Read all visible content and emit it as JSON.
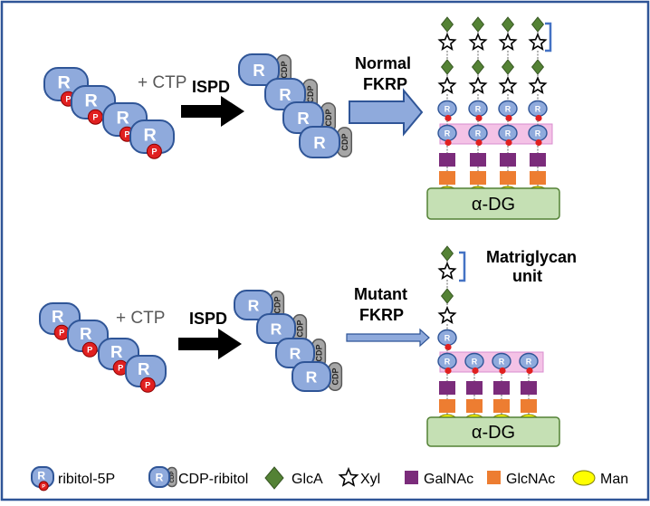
{
  "colors": {
    "border": "#2f5597",
    "ribitol_fill": "#8faadc",
    "ribitol_stroke": "#2f5597",
    "phosphate": "#e02020",
    "cdp_fill": "#a6a6a6",
    "arrow_black": "#000000",
    "arrow_blue_fill": "#8faadc",
    "arrow_blue_stroke": "#2f5597",
    "glca": "#548235",
    "xyl_fill": "#ffffff",
    "galnac": "#7b2c7b",
    "glcnac": "#ed7d31",
    "man": "#ffff00",
    "linker_pink": "#f4c2e6",
    "adg_fill": "#c5e0b4",
    "adg_stroke": "#538135",
    "bracket": "#4472c4"
  },
  "glyphs": {
    "ribitol_letter": "R",
    "phosphate_letter": "P",
    "cdp_letter": "CDP"
  },
  "top": {
    "reagent_label": "+ CTP",
    "enzyme_label": "ISPD",
    "fkrp_label_line1": "Normal",
    "fkrp_label_line2": "FKRP",
    "protein_label": "α-DG"
  },
  "bottom": {
    "reagent_label": "+ CTP",
    "enzyme_label": "ISPD",
    "fkrp_label_line1": "Mutant",
    "fkrp_label_line2": "FKRP",
    "protein_label": "α-DG",
    "matriglycan_line1": "Matriglycan",
    "matriglycan_line2": "unit"
  },
  "legend": {
    "ribitol_5p": "ribitol-5P",
    "cdp_ribitol": "CDP-ribitol",
    "glca": "GlcA",
    "xyl": "Xyl",
    "galnac": "GalNAc",
    "glcnac": "GlcNAc",
    "man": "Man"
  }
}
